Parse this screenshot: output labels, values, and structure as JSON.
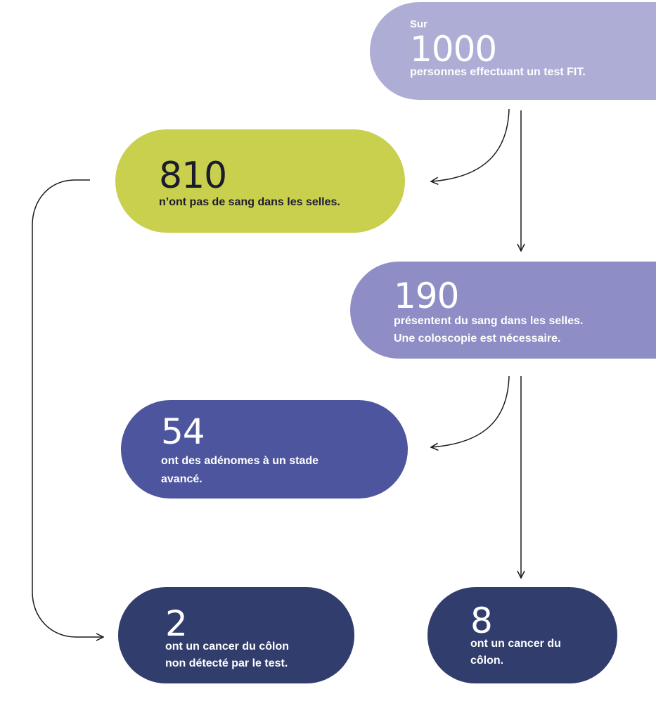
{
  "nodes": {
    "total": {
      "prefix": "Sur",
      "number": "1000",
      "text": "personnes effectuant un test FIT.",
      "color": "#aeadd6"
    },
    "negative": {
      "number": "810",
      "text": "n’ont pas de sang dans les selles.",
      "color": "#c9d04e"
    },
    "positive": {
      "number": "190",
      "text": "présentent du sang dans les selles.\nUne coloscopie est nécessaire.",
      "color": "#8e8dc5"
    },
    "adenomas": {
      "number": "54",
      "text": "ont des adénomes à un stade\navancé.",
      "color": "#4d559e"
    },
    "missed_cancer": {
      "number": "2",
      "text": "ont un cancer du côlon\nnon détecté par le test.",
      "color": "#313d6c"
    },
    "detected_cancer": {
      "number": "8",
      "text": "ont un cancer du\ncôlon.",
      "color": "#313d6c"
    }
  }
}
